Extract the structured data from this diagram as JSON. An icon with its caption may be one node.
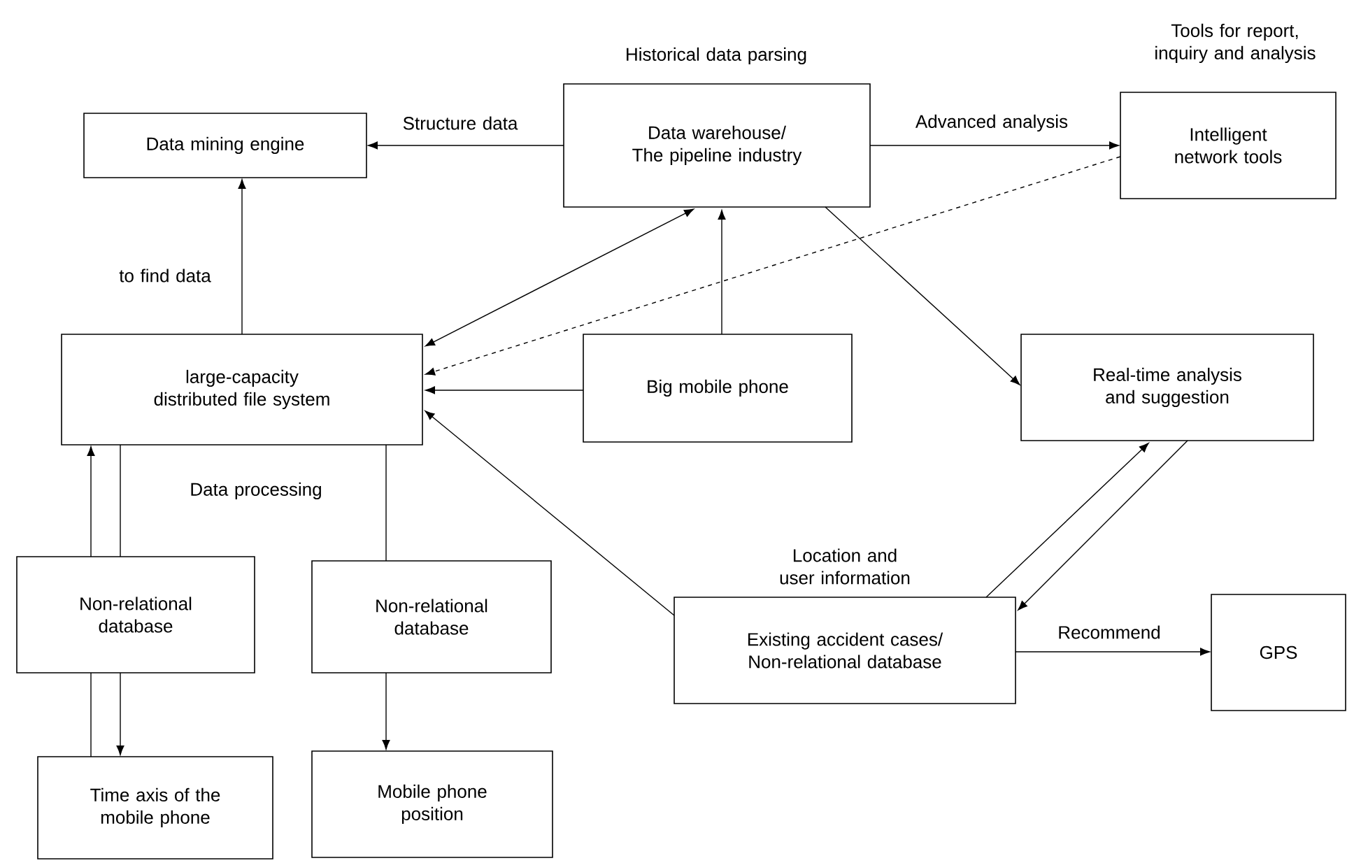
{
  "diagram": {
    "nodes": [
      {
        "text": [
          "Data mining engine"
        ]
      },
      {
        "text": [
          "Data warehouse/ The pipeline industry"
        ],
        "beside": [
          "Historical data parsing"
        ]
      },
      {
        "text": [
          "Intelligent network tools"
        ],
        "beside": [
          "Tools for report, inquiry and analysis"
        ]
      },
      {
        "text": [
          "large-capacity distributed file system"
        ]
      },
      {
        "text": [
          "Big mobile phone"
        ]
      },
      {
        "text": [
          "Real-time analysis and suggestion"
        ]
      },
      {
        "text": [
          "Non-relational database"
        ]
      },
      {
        "text": [
          "Non-relational database"
        ]
      },
      {
        "text": [
          "Existing accident cases/ Non-relational database"
        ],
        "beside": [
          "Location and user information"
        ]
      },
      {
        "text": [
          "GPS"
        ]
      },
      {
        "text": [
          "Time axis of the mobile phone"
        ]
      },
      {
        "text": [
          "Mobile phone position"
        ]
      }
    ],
    "edges": [
      {
        "from": 1,
        "to": 0,
        "arrow": "to",
        "label": "Structure data"
      },
      {
        "from": 1,
        "to": 2,
        "arrow": "to",
        "label": "Advanced analysis"
      },
      {
        "from": 3,
        "to": 0,
        "arrow": "to",
        "label": "to find data"
      },
      {
        "from": 3,
        "to": 1,
        "arrow": "both"
      },
      {
        "from": 4,
        "to": 1,
        "arrow": "to"
      },
      {
        "from": 2,
        "to": 3,
        "arrow": "to",
        "style": "dashed"
      },
      {
        "from": 4,
        "to": 3,
        "arrow": "to"
      },
      {
        "from": 1,
        "to": 5,
        "arrow": "to"
      },
      {
        "from": 8,
        "to": 3,
        "arrow": "to"
      },
      {
        "from": 6,
        "to": 3,
        "arrow": "to"
      },
      {
        "from": 3,
        "to": 6,
        "arrow": "none"
      },
      {
        "from": 6,
        "to": 10,
        "arrow": "to"
      },
      {
        "from": 10,
        "to": 6,
        "arrow": "none"
      },
      {
        "from": 3,
        "to": 7,
        "arrow": "none"
      },
      {
        "from": 7,
        "to": 11,
        "arrow": "to"
      },
      {
        "from": 8,
        "to": 5,
        "arrow": "to"
      },
      {
        "from": 5,
        "to": 8,
        "arrow": "to"
      },
      {
        "from": 8,
        "to": 9,
        "arrow": "to",
        "label": "Recommend"
      }
    ],
    "labels": [
      "Data processing"
    ]
  }
}
